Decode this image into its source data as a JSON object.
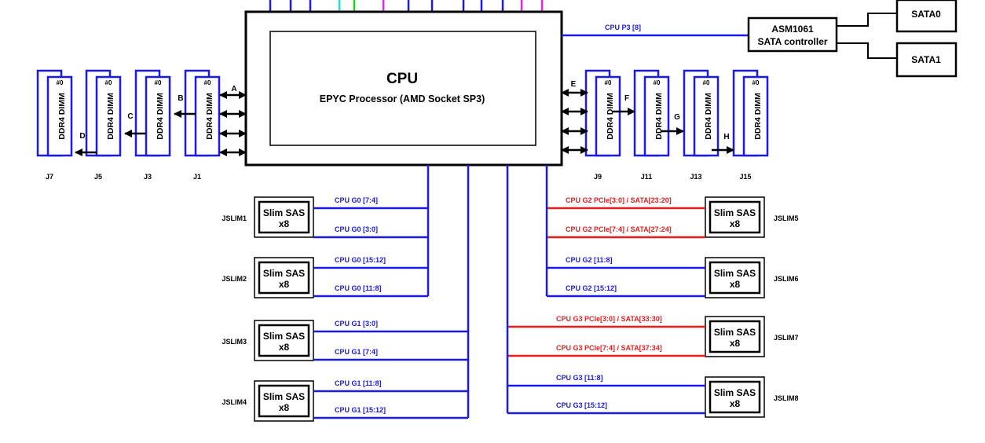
{
  "colors": {
    "bus_blue": "#1a1aee",
    "bus_red": "#e81e1e",
    "bus_cyan": "#22dddd",
    "bus_green": "#22cc22",
    "bus_magenta": "#ee22ee",
    "outline": "#000000"
  },
  "cpu": {
    "title": "CPU",
    "subtitle": "EPYC Processor (AMD Socket SP3)"
  },
  "sata": {
    "controller_line1": "ASM1061",
    "controller_line2": "SATA controller",
    "port0": "SATA0",
    "port1": "SATA1",
    "bus_label": "CPU P3 [8]"
  },
  "dimm": {
    "text": "DDR4 DIMM",
    "slot_mark": "#0",
    "left": [
      {
        "slot": "J7",
        "channel": "D"
      },
      {
        "slot": "J5",
        "channel": "C"
      },
      {
        "slot": "J3",
        "channel": "B"
      },
      {
        "slot": "J1",
        "channel": "A"
      }
    ],
    "right": [
      {
        "slot": "J9",
        "channel": "E"
      },
      {
        "slot": "J11",
        "channel": "F"
      },
      {
        "slot": "J13",
        "channel": "G"
      },
      {
        "slot": "J15",
        "channel": "H"
      }
    ]
  },
  "slim_sas": {
    "line1": "Slim SAS",
    "line2": "x8",
    "left": [
      {
        "name": "JSLIM1",
        "lanes": [
          "CPU G0 [7:4]",
          "CPU G0 [3:0]"
        ]
      },
      {
        "name": "JSLIM2",
        "lanes": [
          "CPU G0 [15:12]",
          "CPU G0 [11:8]"
        ]
      },
      {
        "name": "JSLIM3",
        "lanes": [
          "CPU G1 [3:0]",
          "CPU G1 [7:4]"
        ]
      },
      {
        "name": "JSLIM4",
        "lanes": [
          "CPU G1 [11:8]",
          "CPU G1 [15:12]"
        ]
      }
    ],
    "right": [
      {
        "name": "JSLIM5",
        "lanes": [
          "CPU G2 PCIe[3:0] / SATA[23:20]",
          "CPU G2 PCIe[7:4] / SATA[27:24]"
        ],
        "red": true
      },
      {
        "name": "JSLIM6",
        "lanes": [
          "CPU G2 [11:8]",
          "CPU G2 [15:12]"
        ],
        "red": false
      },
      {
        "name": "JSLIM7",
        "lanes": [
          "CPU G3 PCIe[3:0] / SATA[33:30]",
          "CPU G3 PCIe[7:4] / SATA[37:34]"
        ],
        "red": true
      },
      {
        "name": "JSLIM8",
        "lanes": [
          "CPU G3 [11:8]",
          "CPU G3 [15:12]"
        ],
        "red": false
      }
    ]
  }
}
